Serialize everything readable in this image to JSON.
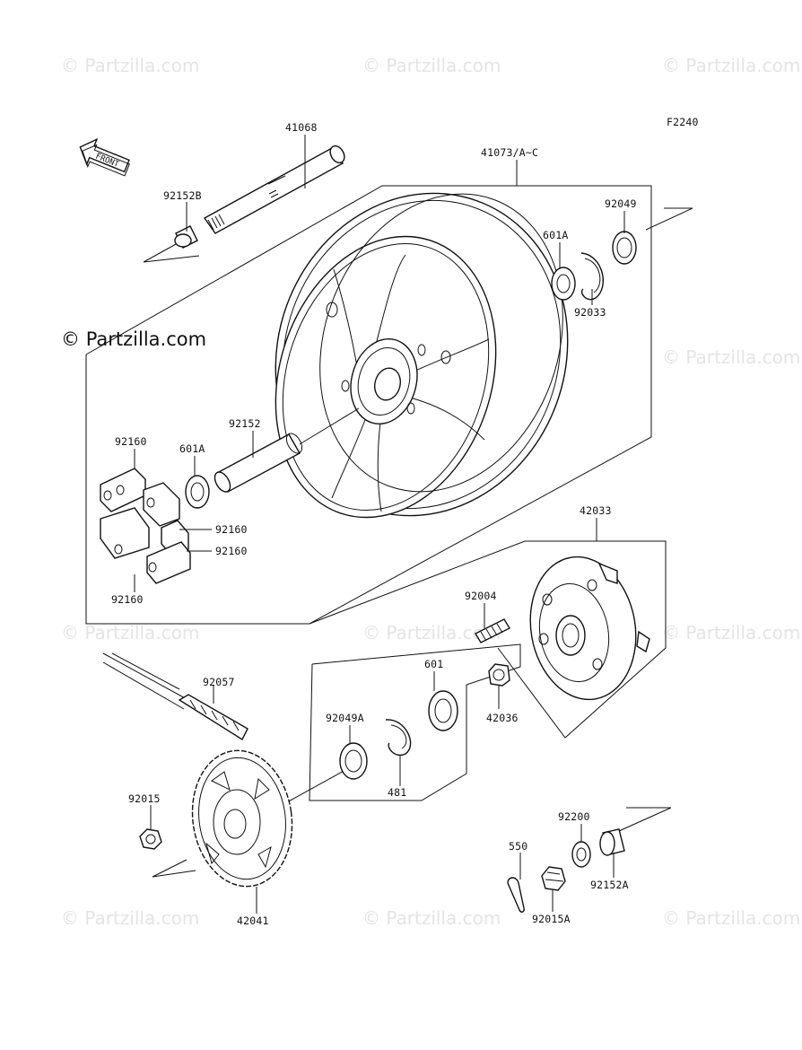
{
  "diagram_code": "F2240",
  "front_label": "FRONT",
  "watermark": {
    "symbol": "©",
    "text": "Partzilla.com"
  },
  "callouts": {
    "c41068": "41068",
    "c41073": "41073/A~C",
    "c92152B": "92152B",
    "c92049": "92049",
    "c601A_top": "601A",
    "c92033": "92033",
    "c92152": "92152",
    "c92160_a": "92160",
    "c601A_left": "601A",
    "c92160_b": "92160",
    "c92160_c": "92160",
    "c92160_d": "92160",
    "c42033": "42033",
    "c92004": "92004",
    "c601": "601",
    "c42036": "42036",
    "c92057": "92057",
    "c92049A": "92049A",
    "c481": "481",
    "c92015": "92015",
    "c92200": "92200",
    "c550": "550",
    "c92152A": "92152A",
    "c92015A": "92015A",
    "c42041": "42041"
  }
}
